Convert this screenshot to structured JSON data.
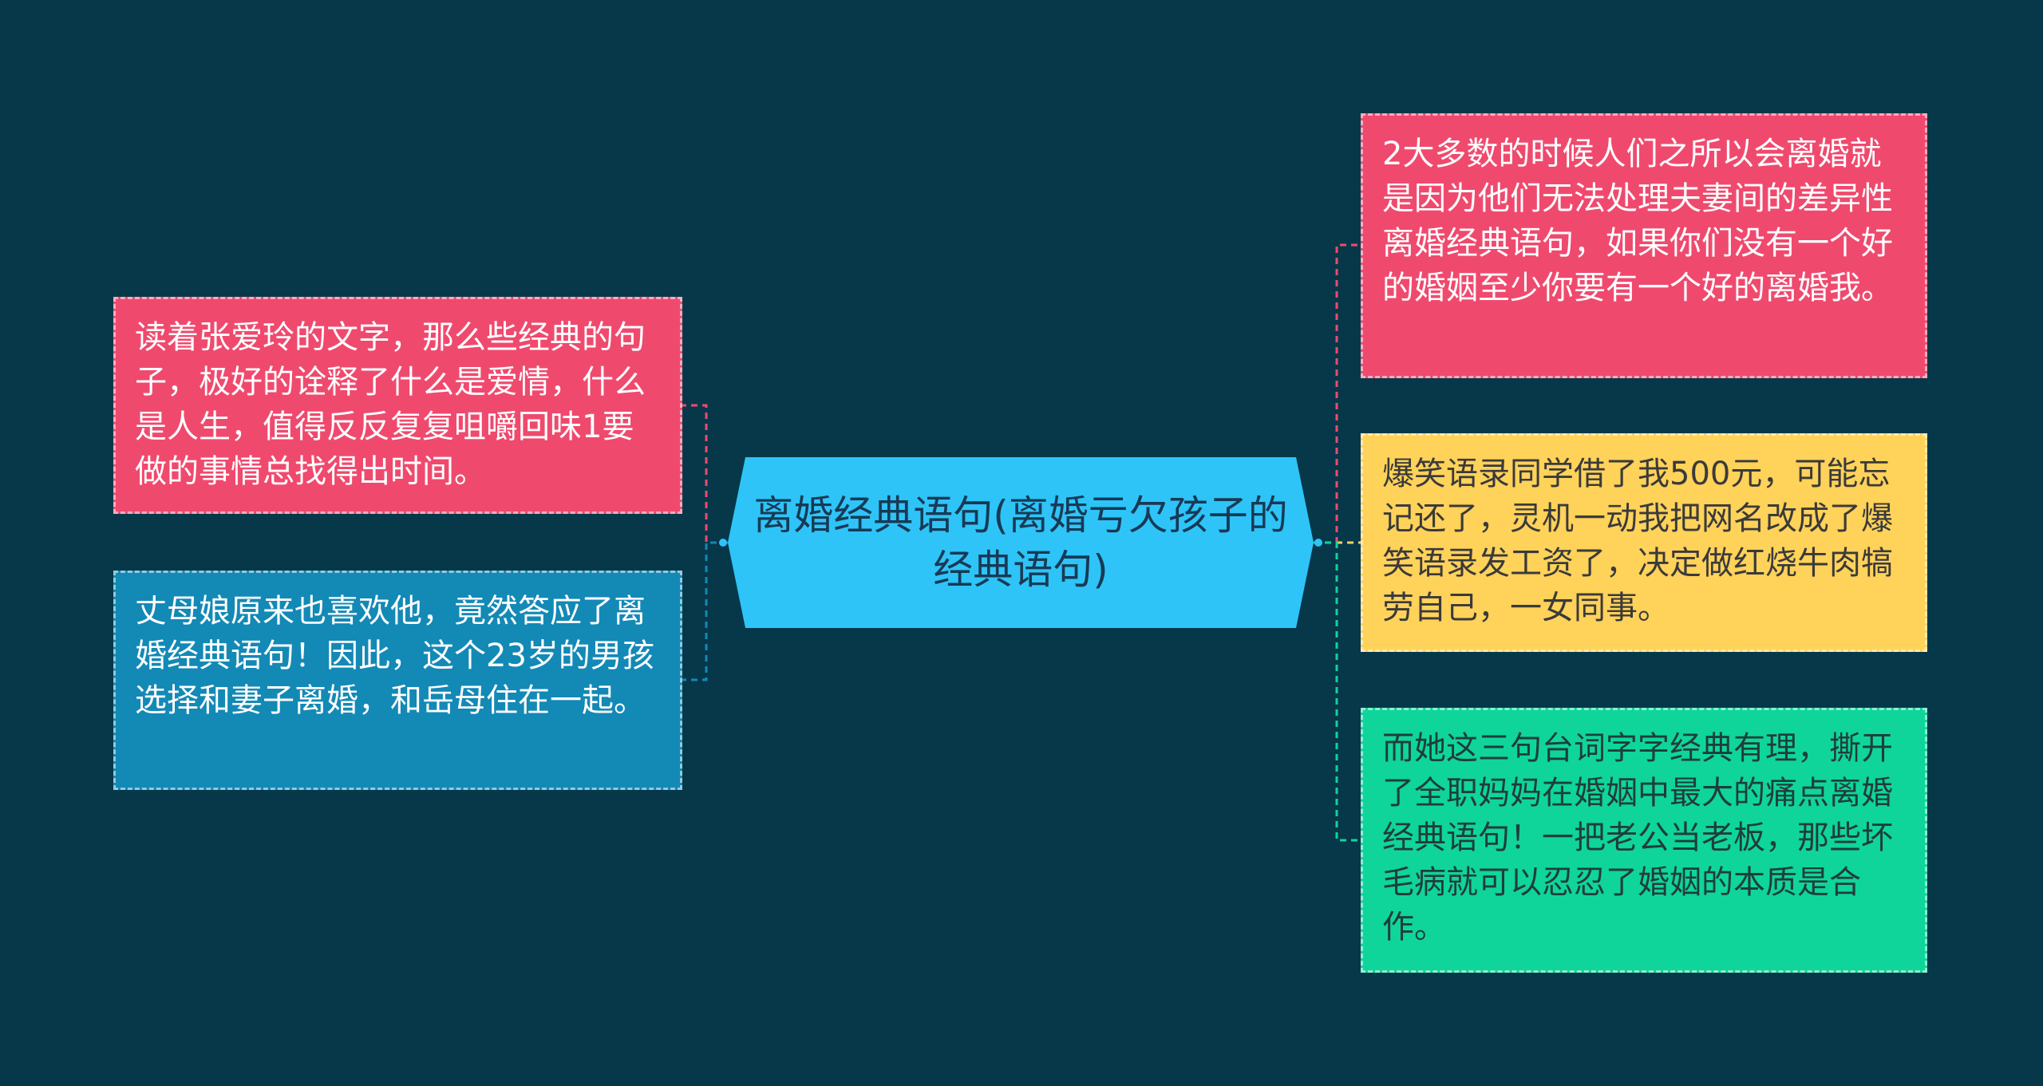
{
  "center": {
    "text": "离婚经典语句(离婚亏欠孩子的经典语句)",
    "color": "#2ec4f8"
  },
  "left_nodes": [
    {
      "text": "读着张爱玲的文字，那么些经典的句子，极好的诠释了什么是爱情，什么是人生，值得反反复复咀嚼回味1要做的事情总找得出时间。",
      "color": "#ef4a6e"
    },
    {
      "text": "丈母娘原来也喜欢他，竟然答应了离婚经典语句！因此，这个23岁的男孩选择和妻子离婚，和岳母住在一起。",
      "color": "#1389b6"
    }
  ],
  "right_nodes": [
    {
      "text": "2大多数的时候人们之所以会离婚就是因为他们无法处理夫妻间的差异性离婚经典语句，如果你们没有一个好的婚姻至少你要有一个好的离婚我。",
      "color": "#ef4a6e"
    },
    {
      "text": "爆笑语录同学借了我500元，可能忘记还了，灵机一动我把网名改成了爆笑语录发工资了，决定做红烧牛肉犒劳自己，一女同事。",
      "color": "#ffd25a"
    },
    {
      "text": "而她这三句台词字字经典有理，撕开了全职妈妈在婚姻中最大的痛点离婚经典语句！一把老公当老板，那些坏毛病就可以忍忍了婚姻的本质是合作。",
      "color": "#0fd59a"
    }
  ],
  "background": "#06384a"
}
